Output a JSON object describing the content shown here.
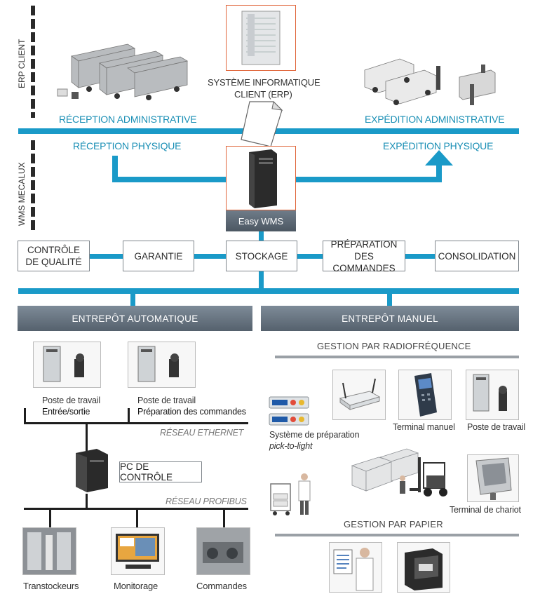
{
  "sections": {
    "erp_client": "ERP CLIENT",
    "wms_mecalux": "WMS MECALUX"
  },
  "erp_system": {
    "line1": "SYSTÈME INFORMATIQUE",
    "line2": "CLIENT (ERP)"
  },
  "flows": {
    "reception_admin": "RÉCEPTION ADMINISTRATIVE",
    "expedition_admin": "EXPÉDITION ADMINISTRATIVE",
    "reception_physique": "RÉCEPTION PHYSIQUE",
    "expedition_physique": "EXPÉDITION PHYSIQUE"
  },
  "server_label": "Easy WMS",
  "processes": [
    {
      "line1": "CONTRÔLE",
      "line2": "DE QUALITÉ"
    },
    {
      "line1": "GARANTIE",
      "line2": ""
    },
    {
      "line1": "STOCKAGE",
      "line2": ""
    },
    {
      "line1": "PRÉPARATION",
      "line2": "DES COMMANDES"
    },
    {
      "line1": "CONSOLIDATION",
      "line2": ""
    }
  ],
  "warehouses": {
    "auto": "ENTREPÔT AUTOMATIQUE",
    "manual": "ENTREPÔT MANUEL"
  },
  "auto_side": {
    "ws1_line1": "Poste de travail",
    "ws1_line2": "Entrée/sortie",
    "ws2_line1": "Poste de travail",
    "ws2_line2": "Préparation des commandes",
    "ethernet": "RÉSEAU ETHERNET",
    "control_pc": "PC DE CONTRÔLE",
    "profibus": "RÉSEAU PROFIBUS",
    "bottom": [
      "Transtockeurs",
      "Monitorage",
      "Commandes"
    ]
  },
  "manual_side": {
    "rf_header": "GESTION PAR RADIOFRÉQUENCE",
    "ptl_line1": "Système de préparation",
    "ptl_line2": "pick-to-light",
    "terminal": "Terminal manuel",
    "workstation": "Poste de travail",
    "truck_terminal": "Terminal de chariot",
    "paper_header": "GESTION PAR PAPIER"
  }
}
